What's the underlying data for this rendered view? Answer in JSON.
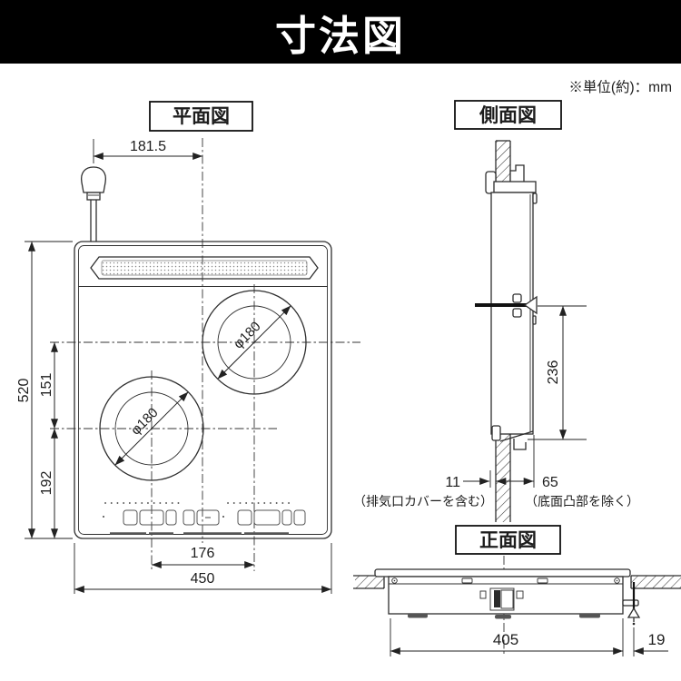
{
  "header": {
    "title": "寸法図"
  },
  "unit_note": "※単位(約)：mm",
  "colors": {
    "header_bg": "#000000",
    "line": "#2e2e2e"
  },
  "plan": {
    "label": "平面図",
    "dim_cord_to_center": "181.5",
    "dim_height": "520",
    "dim_center_gap_v": "151",
    "dim_center_to_bottom": "192",
    "dim_center_gap_h": "176",
    "dim_width": "450",
    "burner_rear_dia": "φ180",
    "burner_front_dia": "φ180"
  },
  "side": {
    "label": "側面図",
    "dim_mount_to_bottom": "236",
    "dim_back_protrusion": "11",
    "dim_front_depth": "65",
    "note_back": "（排気口カバーを含む）",
    "note_front": "（底面凸部を除く）"
  },
  "front": {
    "label": "正面図",
    "dim_body_width": "405",
    "dim_clamp_offset": "19"
  }
}
